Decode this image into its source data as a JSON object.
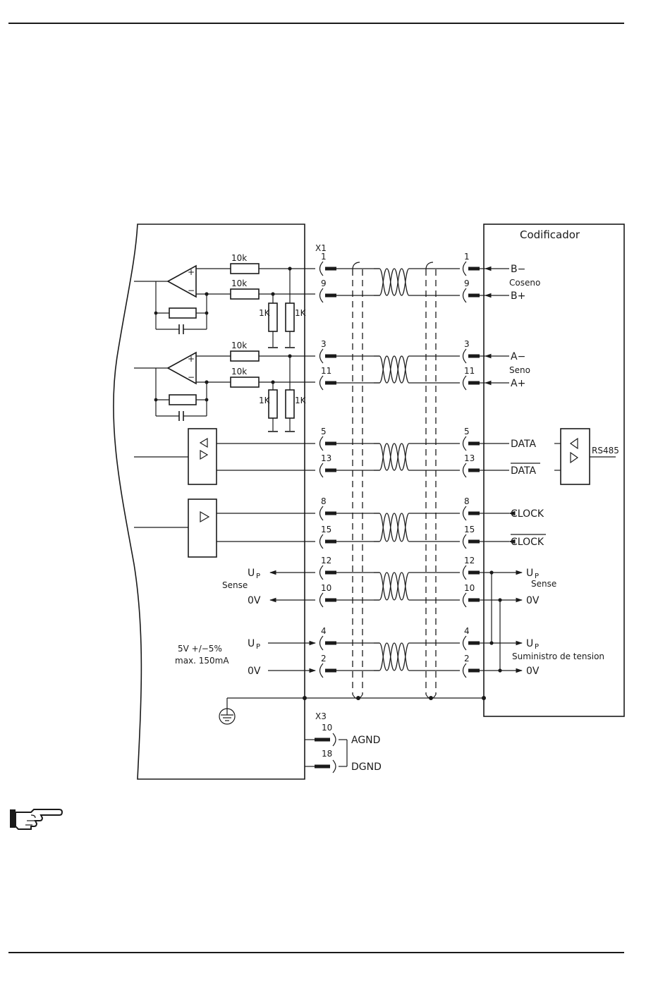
{
  "encoder": {
    "title": "Codificador",
    "b_minus": "B−",
    "coseno": "Coseno",
    "b_plus": "B+",
    "a_minus": "A−",
    "seno": "Seno",
    "a_plus": "A+",
    "data": "DATA",
    "data_bar": "DATA",
    "clock": "CLOCK",
    "clock_bar": "CLOCK",
    "rs485": "RS485",
    "up_sense_u": "U",
    "up_sense_sub": "P",
    "sense": "Sense",
    "ov_sense": "0V",
    "up_supply_u": "U",
    "up_supply_sub": "P",
    "supply_label": "Suministro de tension",
    "ov_supply": "0V"
  },
  "controller": {
    "connector_x1": "X1",
    "connector_x3": "X3",
    "res_10k": "10k",
    "res_1k": "1K",
    "opamp_plus": "+",
    "opamp_minus": "−",
    "up_sense_u": "U",
    "up_sense_sub": "P",
    "sense": "Sense",
    "ov_sense": "0V",
    "up_supply_u": "U",
    "up_supply_sub": "P",
    "ov_supply": "0V",
    "supply_spec_1": "5V +/−5%",
    "supply_spec_2": "max. 150mA",
    "agnd": "AGND",
    "dgnd": "DGND",
    "pin_agnd": "10",
    "pin_dgnd": "18"
  },
  "pins": {
    "b_minus": "1",
    "b_plus": "9",
    "a_minus": "3",
    "a_plus": "11",
    "data": "5",
    "data_bar": "13",
    "clock": "8",
    "clock_bar": "15",
    "up_sense": "12",
    "ov_sense": "10",
    "up_supply": "4",
    "ov_supply": "2"
  },
  "icons": {
    "note": "pointing-hand-icon",
    "ground": "ground-icon",
    "driver": "line-driver-icon"
  }
}
